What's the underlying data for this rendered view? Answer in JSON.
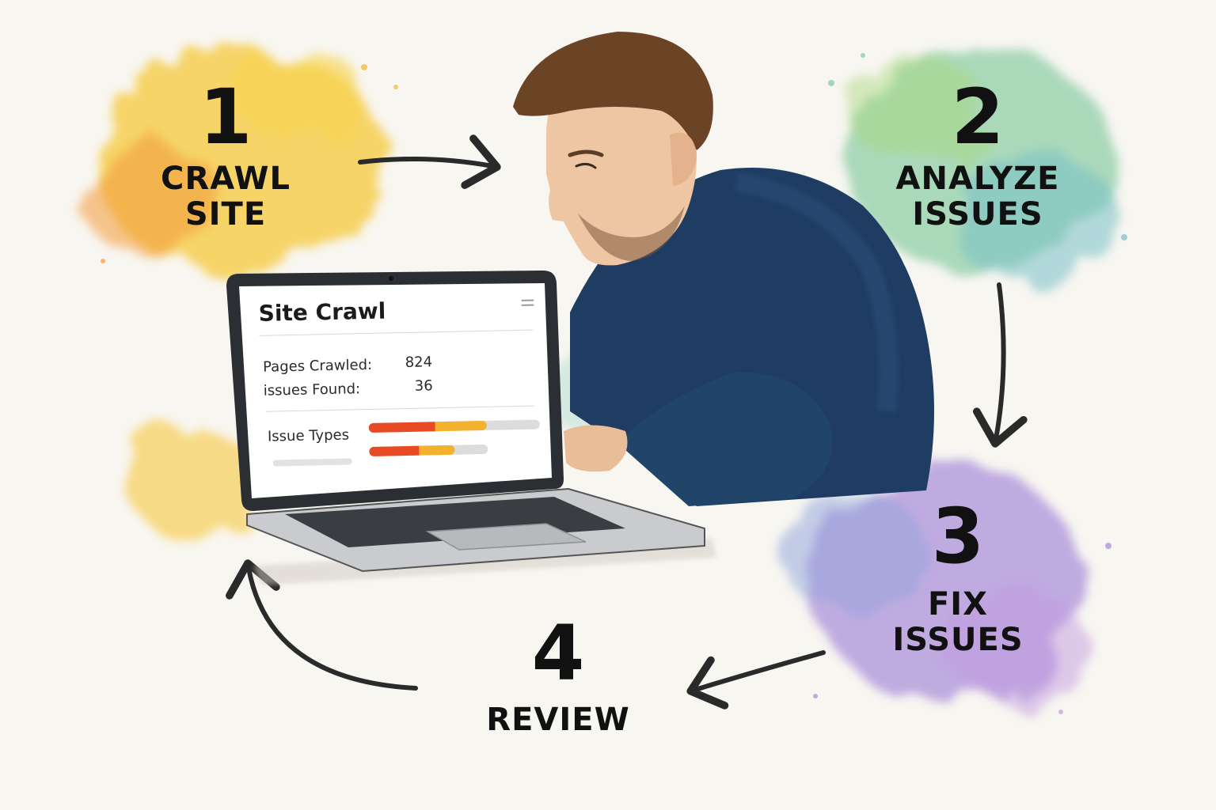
{
  "steps": [
    {
      "number": "1",
      "label": "CRAWL\nSITE"
    },
    {
      "number": "2",
      "label": "ANALYZE\nISSUES"
    },
    {
      "number": "3",
      "label": "FIX\nISSUES"
    },
    {
      "number": "4",
      "label": "REVIEW"
    }
  ],
  "screen": {
    "title": "Site Crawl",
    "pages_crawled_label": "Pages Crawled:",
    "pages_crawled_value": "824",
    "issues_found_label": "issues Found:",
    "issues_found_value": "36",
    "issue_types_label": "Issue Types",
    "bars": [
      {
        "segments": [
          0.39,
          0.3
        ]
      },
      {
        "segments": [
          0.42,
          0.3
        ]
      }
    ]
  },
  "colors": {
    "step1": "#f5c02e",
    "step2": "#8cc9a4",
    "step3": "#a98bd8",
    "shirt": "#1f3d63",
    "bar_red": "#e84a24",
    "bar_orange": "#f2b22e",
    "arrow": "#2a2a2a"
  }
}
